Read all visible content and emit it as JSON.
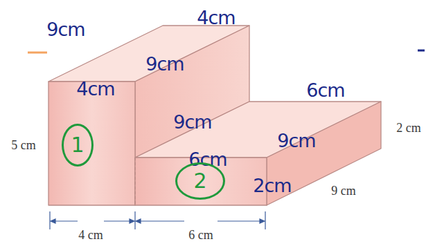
{
  "diagram": {
    "nodes": [
      {
        "text": [
          "1"
        ]
      },
      {
        "text": [
          "2"
        ]
      }
    ],
    "labels": [
      "9cm",
      "4cm",
      "9cm",
      "4cm",
      "6cm",
      "9cm",
      "5 cm",
      "2 cm",
      "9cm",
      "6cm",
      "2cm",
      "9 cm",
      "4 cm",
      "6 cm"
    ]
  }
}
